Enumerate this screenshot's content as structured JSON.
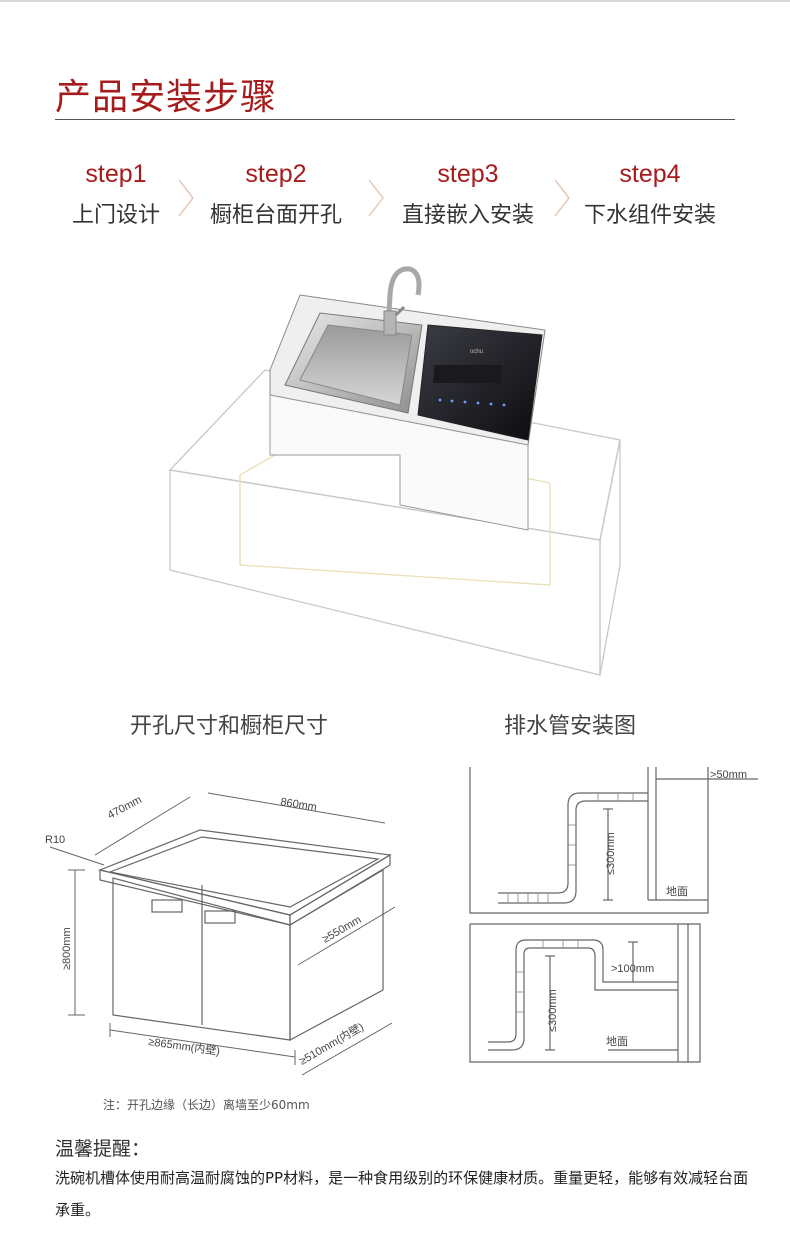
{
  "header": {
    "title": "产品安装步骤"
  },
  "steps": [
    {
      "num": "step1",
      "label": "上门设计"
    },
    {
      "num": "step2",
      "label": "橱柜台面开孔"
    },
    {
      "num": "step3",
      "label": "直接嵌入安装"
    },
    {
      "num": "step4",
      "label": "下水组件安装"
    }
  ],
  "hero": {
    "brand": "ochu"
  },
  "cabinet": {
    "title": "开孔尺寸和橱柜尺寸",
    "dims": {
      "depth": "470mm",
      "width": "860mm",
      "radius": "R10",
      "height": "≥800mm",
      "cab_depth": "≥550mm",
      "inner_width": "≥865mm(内壁)",
      "inner_depth": "≥510mm(内壁)"
    },
    "note": "注：开孔边缘（长边）离墙至少60mm"
  },
  "drain": {
    "title": "排水管安装图",
    "top": {
      "gap": ">50mm",
      "height": "≤300mm",
      "floor": "地面"
    },
    "bottom": {
      "gap": ">100mm",
      "height": "≤300mm",
      "floor": "地面"
    }
  },
  "tip": {
    "title": "温馨提醒：",
    "body": "洗碗机槽体使用耐高温耐腐蚀的PP材料，是一种食用级别的环保健康材质。重量更轻，能够有效减轻台面承重。"
  },
  "colors": {
    "accent": "#a61c1c",
    "line": "#555555"
  }
}
